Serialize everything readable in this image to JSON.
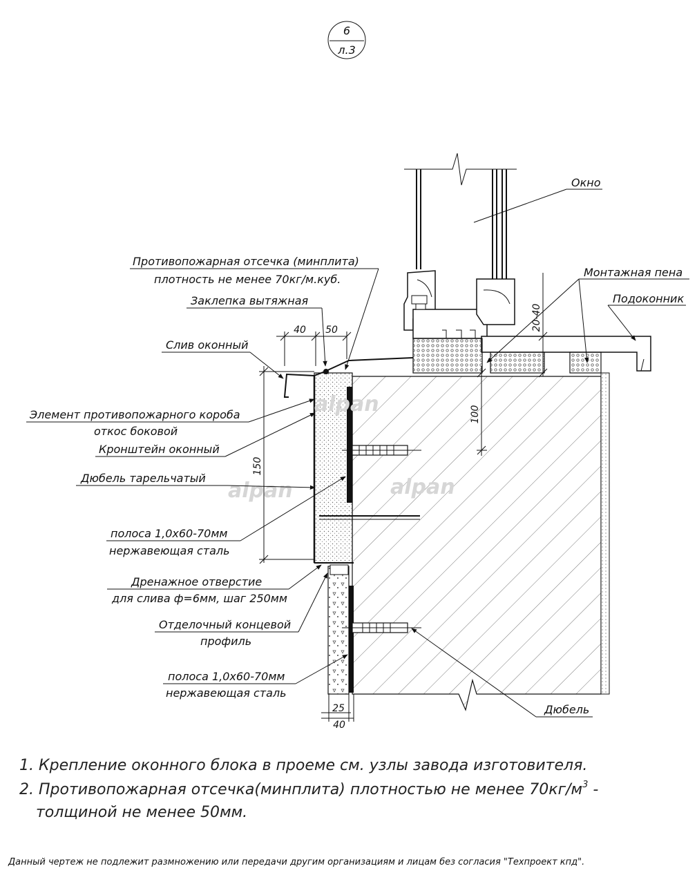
{
  "sheet_ref": {
    "number": "6",
    "sheet": "л.3"
  },
  "labels": {
    "window": "Окно",
    "mounting_foam": "Монтажная пена",
    "sill": "Подоконник",
    "fire_cut_line1": "Противопожарная отсечка (минплита)",
    "fire_cut_line2": "плотность не менее 70кг/м.куб.",
    "rivet": "Заклепка вытяжная",
    "drip": "Слив оконный",
    "fire_box_line1": "Элемент противопожарного короба",
    "fire_box_line2": "откос боковой",
    "bracket": "Кронштейн оконный",
    "disc_dowel": "Дюбель тарельчатый",
    "strip1_line1": "полоса 1,0х60-70мм",
    "strip1_line2": "нержавеющая сталь",
    "drain_line1": "Дренажное отверстие",
    "drain_line2": "для слива ф=6мм, шаг 250мм",
    "end_profile_line1": "Отделочный концевой",
    "end_profile_line2": "профиль",
    "strip2_line1": "полоса 1,0х60-70мм",
    "strip2_line2": "нержавеющая сталь",
    "dowel": "Дюбель"
  },
  "dimensions": {
    "d40_top": "40",
    "d50_top": "50",
    "d20_40": "20-40",
    "d100": "100",
    "d150": "150",
    "d25": "25",
    "d40_bottom": "40"
  },
  "watermark": "alpan",
  "notes": {
    "n1": "1. Крепление оконного блока в проеме см. узлы завода изготовителя.",
    "n2_line1": "2. Противопожарная отсечка(минплита) плотностью не менее 70кг/м",
    "n2_sup": "3",
    "n2_dash": " -",
    "n2_line2": "толщиной не менее 50мм."
  },
  "disclaimer": "Данный чертеж не подлежит размножению или передачи другим организациям и лицам без согласия \"Техпроект кпд\"."
}
